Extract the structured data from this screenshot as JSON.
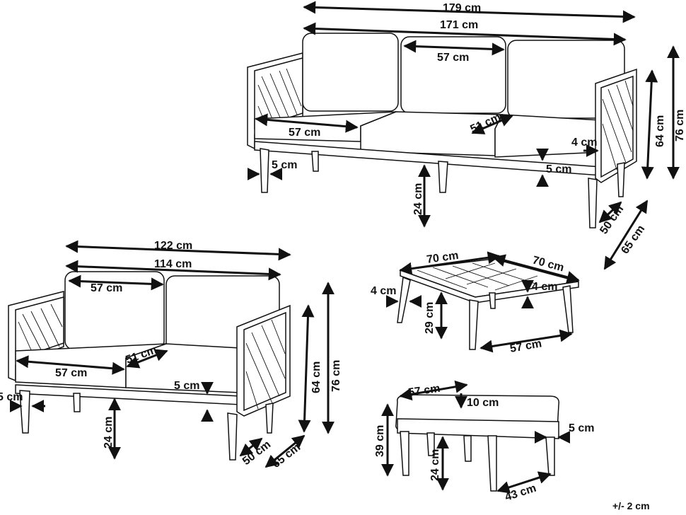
{
  "sofa3": {
    "width_outer": "179 cm",
    "width_inner": "171 cm",
    "backrest_width": "57 cm",
    "seat_width": "57 cm",
    "seat_depth": "51 cm",
    "arm_thickness": "4 cm",
    "leg_thickness": "5 cm",
    "cushion_thickness": "5 cm",
    "leg_height": "24 cm",
    "seat_height": "64 cm",
    "total_height": "76 cm",
    "arm_depth": "50 cm",
    "total_depth": "65 cm"
  },
  "sofa2": {
    "width_outer": "122 cm",
    "width_inner": "114 cm",
    "backrest_width": "57 cm",
    "seat_width": "57 cm",
    "seat_depth": "51 cm",
    "cushion_thickness": "5 cm",
    "leg_thickness": "5 cm",
    "leg_height": "24 cm",
    "seat_height": "64 cm",
    "total_height": "76 cm",
    "arm_depth": "50 cm",
    "total_depth": "65 cm"
  },
  "table": {
    "width": "70 cm",
    "depth": "70 cm",
    "leg_thickness": "4 cm",
    "top_thickness": "4 cm",
    "height": "29 cm",
    "leg_span": "57 cm"
  },
  "ottoman": {
    "width": "57 cm",
    "cushion": "10 cm",
    "frame": "5 cm",
    "height": "39 cm",
    "leg_height": "24 cm",
    "leg_span": "43 cm"
  },
  "tolerance": "+/- 2 cm"
}
